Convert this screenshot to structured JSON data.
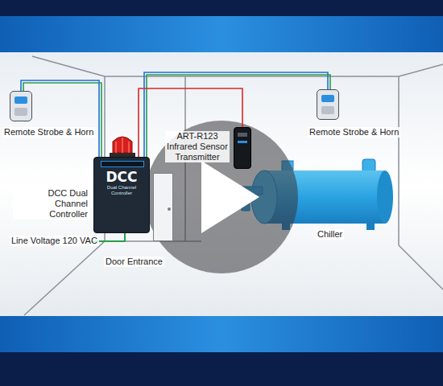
{
  "diagram": {
    "nodes": [
      {
        "text": [
          "Remote Strobe & Horn"
        ]
      },
      {
        "text": [
          "Remote Strobe & Horn"
        ]
      },
      {
        "text": [
          "ART-R123 Infrared Sensor Transmitter"
        ]
      },
      {
        "text": [
          "DCC",
          "Dual Channel Controller",
          "DCC Dual Channel Controller"
        ]
      },
      {
        "text": [
          "Chiller"
        ]
      },
      {
        "text": [
          "Door Entrance"
        ]
      }
    ],
    "edges": [
      {
        "from": 3,
        "to": 0,
        "arrow": "none"
      },
      {
        "from": 3,
        "to": 1,
        "arrow": "none"
      },
      {
        "from": 3,
        "to": 2,
        "arrow": "none"
      }
    ],
    "labels": [
      "Line Voltage 120 VAC"
    ]
  }
}
